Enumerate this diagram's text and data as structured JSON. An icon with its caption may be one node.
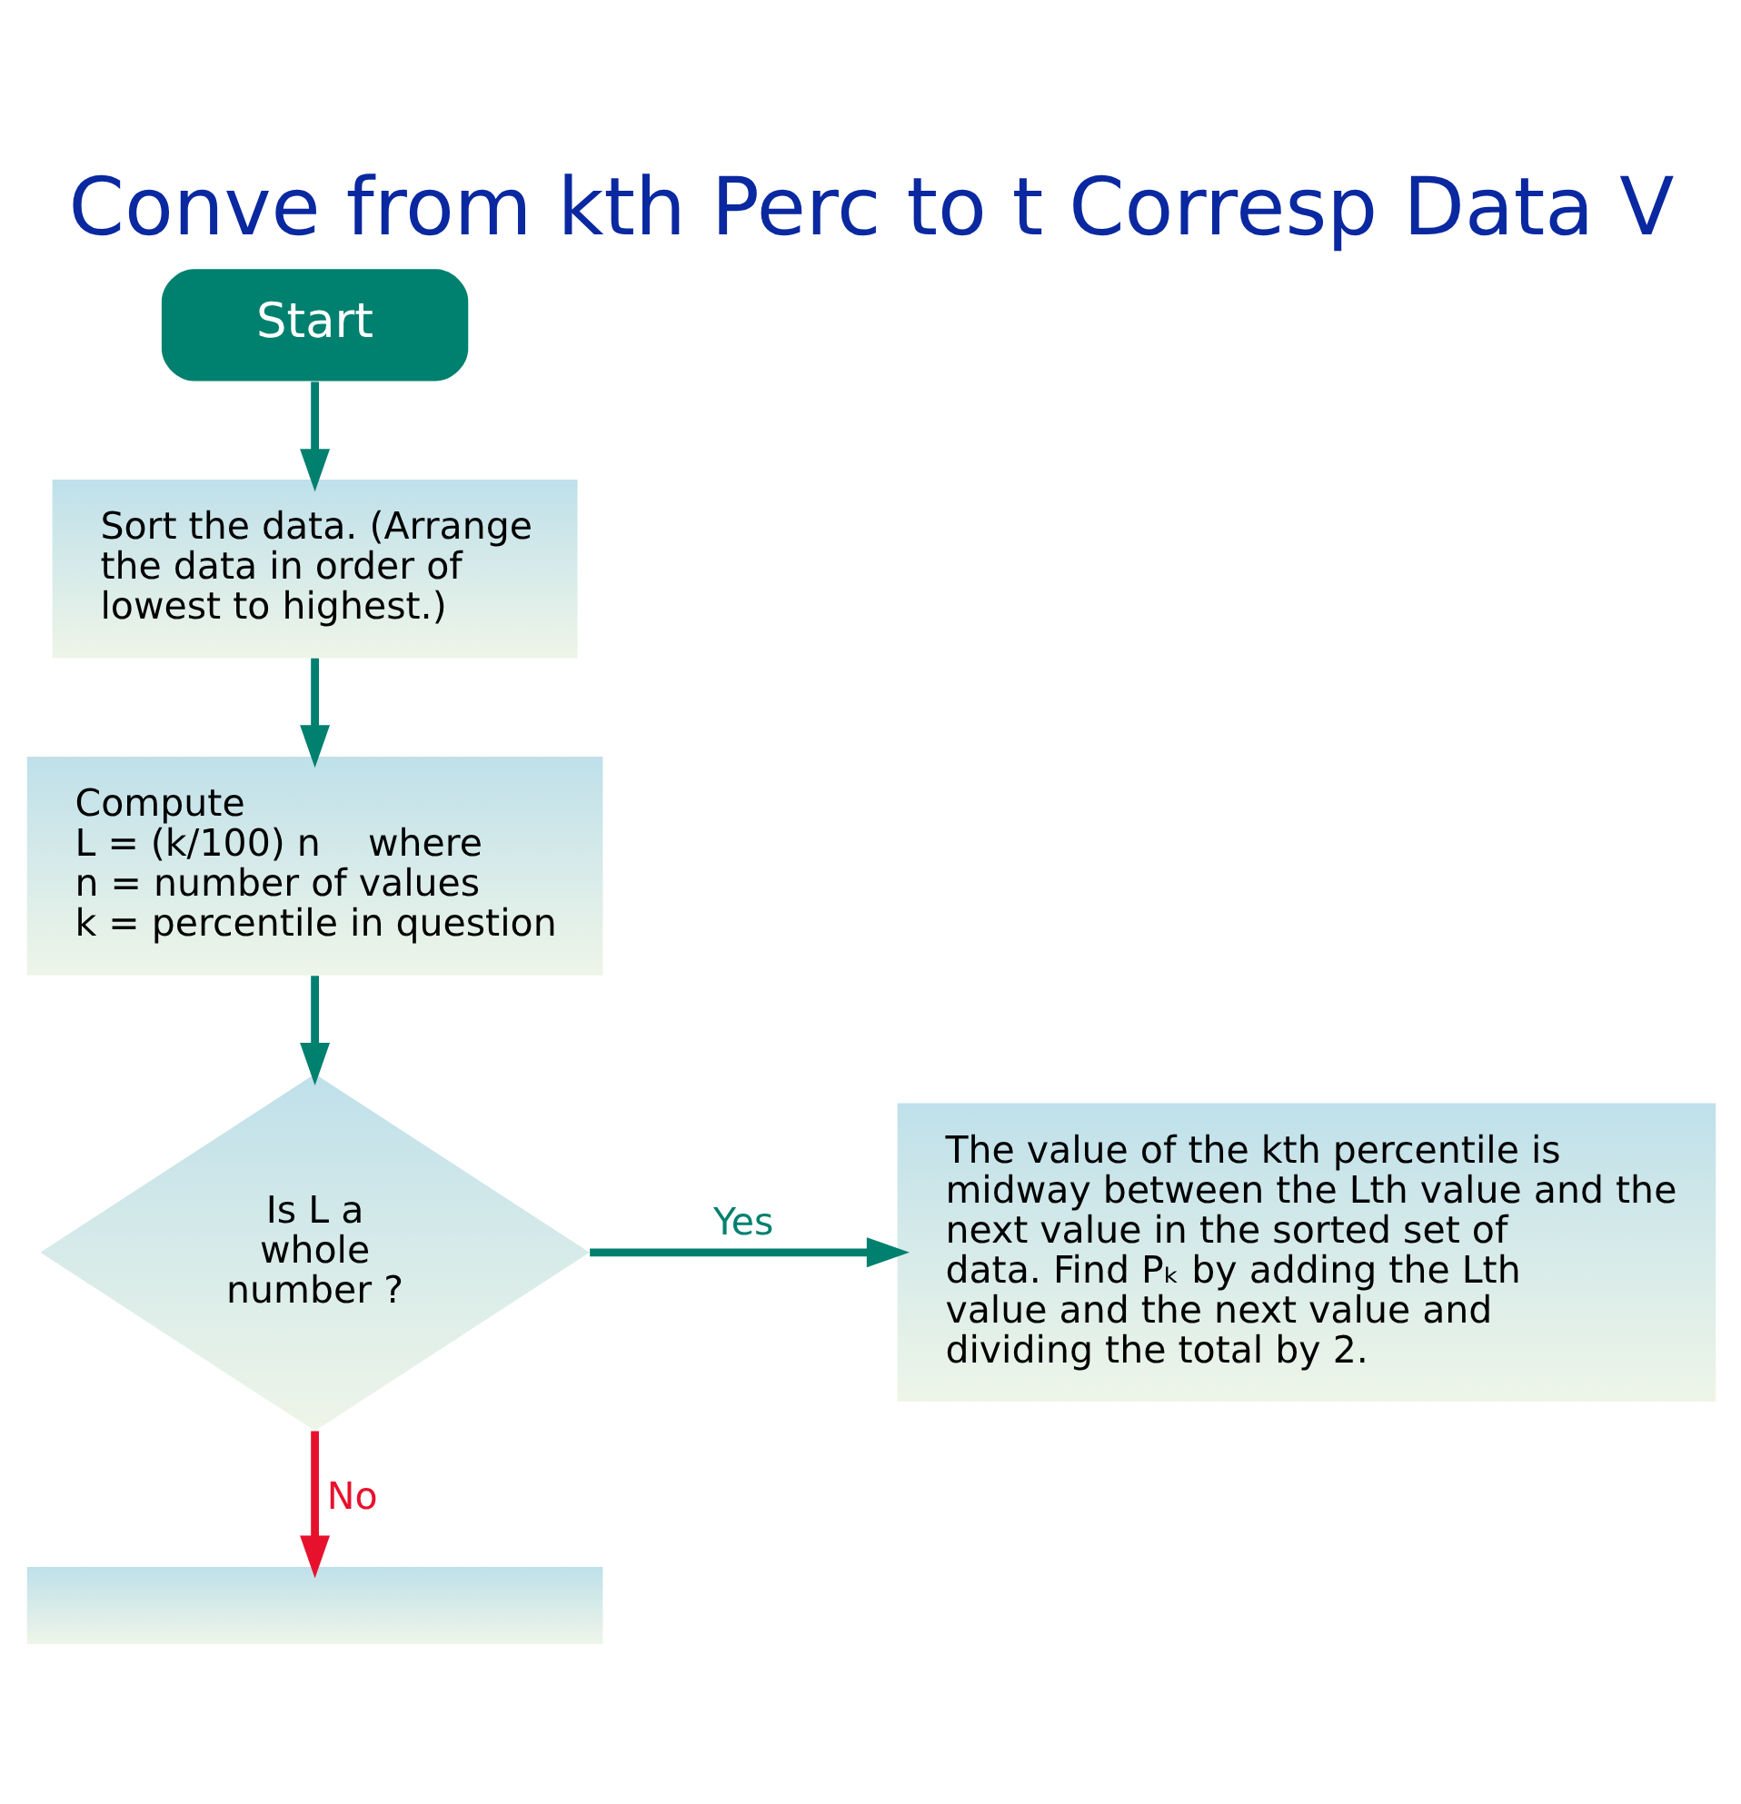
{
  "diagram": {
    "title": "Conve from kth Perc to t Corresp Data V",
    "nodes": [
      {
        "text": [
          "Start"
        ]
      },
      {
        "text": [
          "Sort the data. (Arrange the data in order of lowest to highest.)"
        ]
      },
      {
        "text": [
          "Compute",
          "L = (k/100) n    where",
          "n = number of values",
          "k = percentile in question"
        ]
      },
      {
        "text": [
          "Is L a whole number ?"
        ]
      },
      {
        "text": [
          "The value of the kth percentile is midway between the Lth value and the next value in the sorted set of data. Find Pₖ by adding the Lth value and the next value and dividing the total by 2."
        ]
      },
      {
        "text": [],
        "shape": "box"
      }
    ],
    "edges": [
      {
        "from": 0,
        "to": 1,
        "arrow": "to"
      },
      {
        "from": 1,
        "to": 2,
        "arrow": "to"
      },
      {
        "from": 2,
        "to": 3,
        "arrow": "to"
      },
      {
        "from": 3,
        "to": 4,
        "arrow": "to",
        "label": "Yes"
      },
      {
        "from": 3,
        "to": 5,
        "arrow": "to",
        "label": "No",
        "color": "#e8112d"
      }
    ]
  }
}
